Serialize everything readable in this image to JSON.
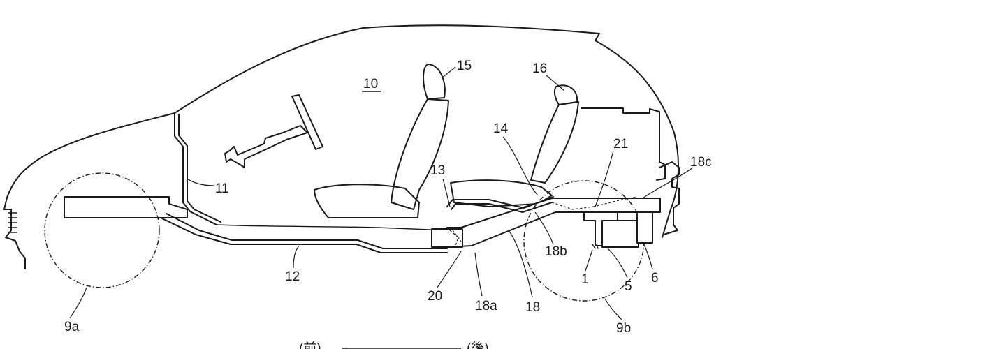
{
  "labels": {
    "l10": "10",
    "l15": "15",
    "l16": "16",
    "l14": "14",
    "l21": "21",
    "l18c": "18c",
    "l13": "13",
    "l11": "11",
    "l12": "12",
    "l18b": "18b",
    "l1": "1",
    "l5": "5",
    "l6": "6",
    "l20": "20",
    "l18a": "18a",
    "l18": "18",
    "l9a": "9a",
    "l9b": "9b"
  },
  "direction": {
    "front": "(前)",
    "rear": "(後)"
  }
}
